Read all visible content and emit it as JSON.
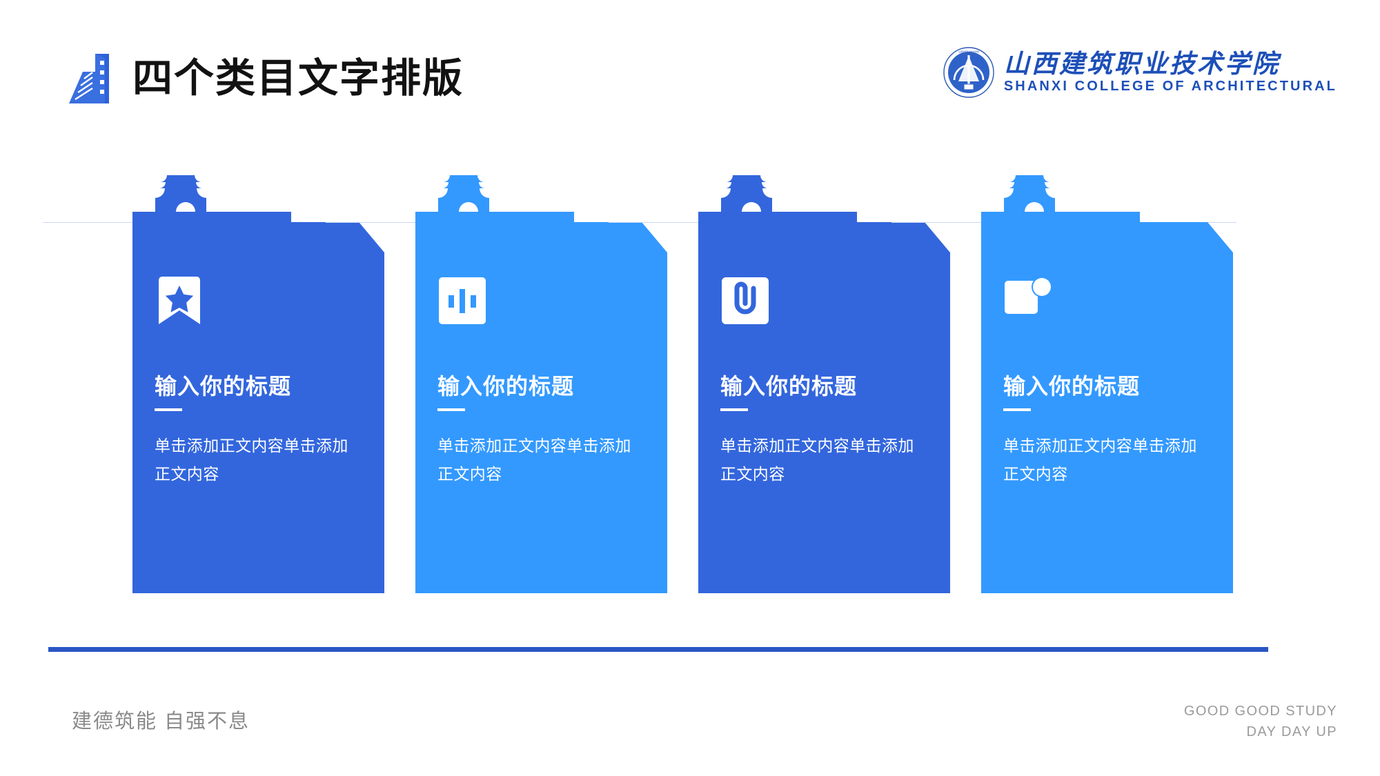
{
  "header": {
    "title": "四个类目文字排版",
    "building_icon": "building-icon",
    "logo": {
      "crest_icon": "school-crest-icon",
      "name_cn": "山西建筑职业技术学院",
      "name_en": "SHANXI COLLEGE OF ARCHITECTURAL"
    }
  },
  "cards": [
    {
      "icon": "bookmark-star-icon",
      "title": "输入你的标题",
      "body": "单击添加正文内容单击添加正文内容",
      "color": "#3366dd"
    },
    {
      "icon": "bar-chart-icon",
      "title": "输入你的标题",
      "body": "单击添加正文内容单击添加正文内容",
      "color": "#3399ff"
    },
    {
      "icon": "magnet-icon",
      "title": "输入你的标题",
      "body": "单击添加正文内容单击添加正文内容",
      "color": "#3366dd"
    },
    {
      "icon": "square-circle-icon",
      "title": "输入你的标题",
      "body": "单击添加正文内容单击添加正文内容",
      "color": "#3399ff"
    }
  ],
  "footer": {
    "motto": "建德筑能  自强不息",
    "slogan_line1": "GOOD GOOD STUDY",
    "slogan_line2": "DAY DAY UP"
  },
  "theme": {
    "dark_blue": "#3366dd",
    "light_blue": "#3399ff",
    "baseline_blue": "#2a55c4",
    "title_black": "#121212",
    "logo_blue": "#1d4fb8",
    "footer_gray": "#8a8a8a",
    "thin_line": "#c9d8f2"
  }
}
